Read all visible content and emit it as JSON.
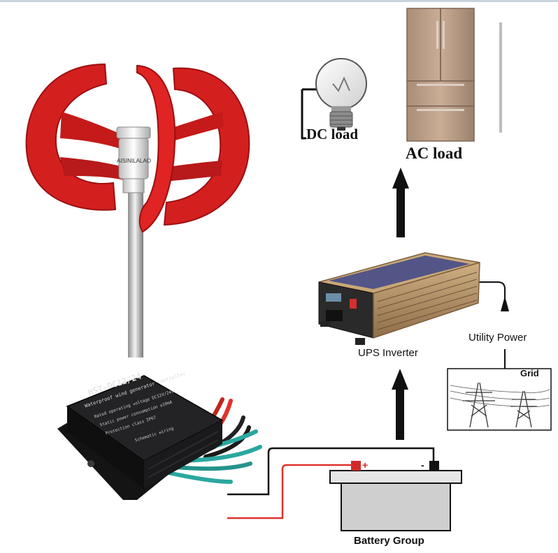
{
  "labels": {
    "dc_load": "DC load",
    "ac_load": "AC load",
    "ups_inverter": "UPS Inverter",
    "utility_power": "Utility Power",
    "grid": "Grid",
    "battery_group": "Battery Group"
  },
  "turbine": {
    "brand": "AISINILALAO"
  },
  "controller": {
    "model": "HST-DC12/24",
    "subtitle": "Waterproof wind generator controller",
    "line_1": "Rated operating voltage  DC12V/24V",
    "line_2": "Static power consumption  ≤10mA",
    "line_3": "Protection class          IP67",
    "wiring_label": "Schematic wiring"
  },
  "colors": {
    "blade_red": "#d41f1f",
    "blade_dark": "#9c0f12",
    "controller_body": "#1c1c1e",
    "inverter_gold": "#b8946a",
    "inverter_blue": "#2b3a8c",
    "fridge": "#b99c84",
    "wire_red": "#e0322b",
    "wire_teal": "#2aa7a0",
    "arrow": "#111111"
  }
}
